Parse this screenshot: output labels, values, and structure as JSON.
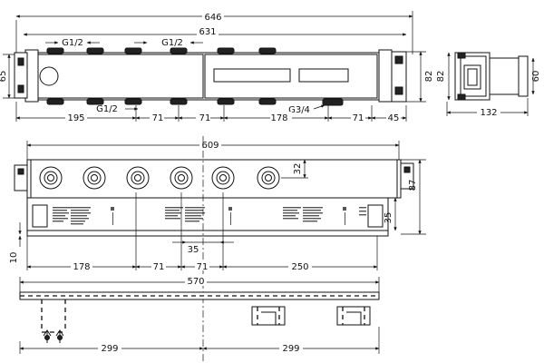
{
  "dimensions": {
    "d646": "646",
    "d631": "631",
    "g12_a": "G1/2",
    "g12_b": "G1/2",
    "g12_c": "G1/2",
    "d65": "65",
    "d82_left": "82",
    "d82_right": "82",
    "d60": "60",
    "d132": "132",
    "d195": "195",
    "d71_a": "71",
    "d71_b": "71",
    "g34": "G3/4",
    "d178_top": "178",
    "d71_c": "71",
    "d45": "45",
    "d609": "609",
    "d32": "32",
    "d87": "87",
    "d35_side": "35",
    "d35": "35",
    "d10": "10",
    "d178_bottom": "178",
    "d71_d": "71",
    "d71_e": "71",
    "d250": "250",
    "d570": "570",
    "d299_left": "299",
    "d299_right": "299"
  },
  "colors": {
    "line": "#111111",
    "dark_fill": "#222222",
    "background": "#ffffff"
  }
}
